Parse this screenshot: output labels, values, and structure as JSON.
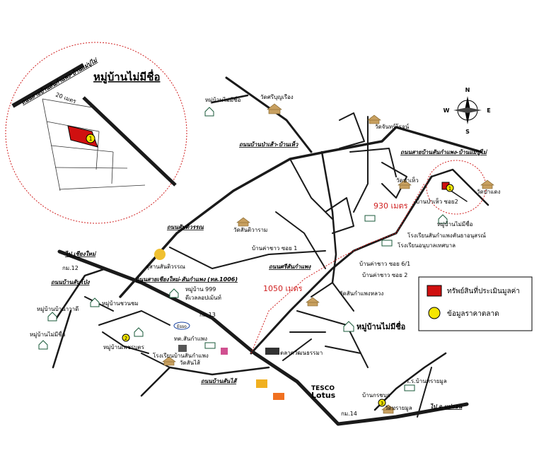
{
  "inset": {
    "title": "หมู่บ้านไม่มีชื่อ",
    "road_label": "ถนนสายบ้านสันกำแพง-บ้านแม่ปูไม่",
    "distance": "20 เมตร",
    "marker": "1"
  },
  "roads": {
    "ban_pao": "ถนนบ้านป่าเส้า-บ้านเห็ว",
    "sankampaeng_maepu": "ถนนสายบ้านสันกำแพง-บ้านแม่ปูไม่",
    "sanklang": "ถนนสันติวรรณ",
    "chiangmai_sankampaeng": "ถนนสายเชียงใหม่-สันกำแพง (ทล.1006)",
    "sri_sankampaeng": "ถนนศรีสันกำแพง",
    "ban_sanpong": "ถนนบ้านสันโป่ง",
    "ban_sanklang": "ถนนบ้านสันไส้",
    "to_chiangmai": "ไป เชียงใหม่",
    "to_maeon": "ไป อ.แม่ออน"
  },
  "places": {
    "wat_sriboonruang": "วัดศรีบุญเรือง",
    "mb_nomame_top": "หมู่บ้านไม่มีชื่อ",
    "wat_chan": "วัดจันทร์โรจน์",
    "wat_pahew": "วัดป่าเห็ว",
    "ban_pahew": "บ้านป่าเห็ว ซอย2",
    "wat_pangnor": "วัดป่าแดง",
    "mb_nomame_right": "หมู่บ้านไม่มีชื่อ",
    "school_kampaeng": "โรงเรียนสันกำแพงคันธาอนุสรณ์",
    "school_anuban": "โรงเรียนอนุบาลเทศบาล",
    "wat_santiwaram": "วัดสันติวาราม",
    "soi1": "บ้านค่าชาว ซอย 1",
    "soi61": "บ้านค่าชาว ซอย 6/1",
    "soi2": "บ้านค่าชาว ซอย 2",
    "wat_sankampaeng": "วัดสันกำแพงหลวง",
    "mb_nomame_main": "หมู่บ้านไม่มีชื่อ",
    "suan": "สุสานสันติวรรณ",
    "km12": "กม.12",
    "mb_bannakrawat": "หมู่บ้านบ้านาวาดี",
    "mb_nomame_left": "หมู่บ้านไม่มีชื่อ",
    "mb_chuachom": "หมู่บ้านชวนชม",
    "mb_999": "หมู่บ้าน 999",
    "mb_999b": "ดีเวลลอปเม้นท์",
    "km13": "กม.13",
    "mb_phetburi": "หมู่บ้านเพชรบุตร",
    "district": "ทต.สันกำแพง",
    "school_sanklang": "โรงเรียนบ้านสันกำแพง",
    "wat_sanklang": "วัดสันไส้",
    "market": "ตลาดวัฒนธรรมา",
    "ban_kongkoi": "บ้านกรชบก",
    "school_right": "ร.ร.บ้านทรายมูล",
    "wat_sailmun": "วัดทรายมูล",
    "km14": "กม.14",
    "tesco1": "TESCO",
    "tesco2": "Lotus",
    "esso": "Esso"
  },
  "distances": {
    "d930": "930 เมตร",
    "d1050": "1050 เมตร"
  },
  "markers": {
    "m1": "1",
    "m2": "2",
    "m3": "3"
  },
  "compass": {
    "n": "N",
    "s": "S",
    "e": "E",
    "w": "W"
  },
  "legend": {
    "property": "ทรัพย์สินที่ประเมินมูลค่า",
    "market": "ข้อมูลราคาตลาด"
  },
  "colors": {
    "road": "#1a1a1a",
    "property": "#d01010",
    "marker": "#f5e600",
    "route": "#d02020"
  }
}
